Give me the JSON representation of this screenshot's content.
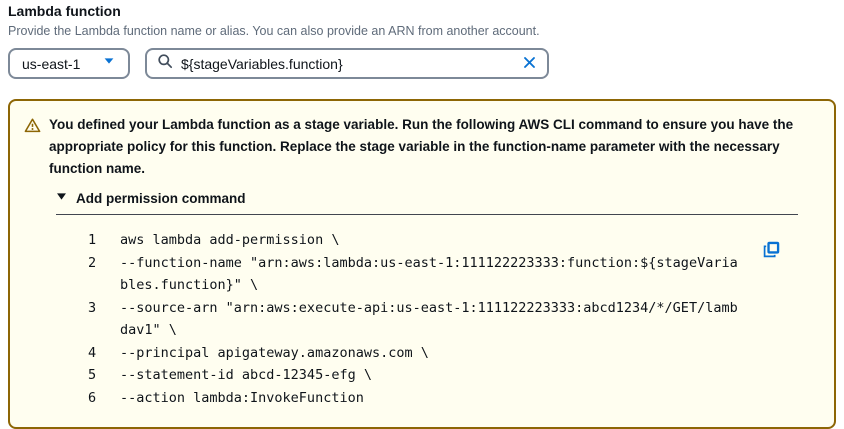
{
  "header": {
    "title": "Lambda function",
    "description": "Provide the Lambda function name or alias. You can also provide an ARN from another account."
  },
  "controls": {
    "region_select": {
      "value": "us-east-1"
    },
    "function_search": {
      "value": "${stageVariables.function}"
    }
  },
  "warning": {
    "message": "You defined your Lambda function as a stage variable. Run the following AWS CLI command to ensure you have the appropriate policy for this function. Replace the stage variable in the function-name parameter with the necessary function name.",
    "expander_label": "Add permission command"
  },
  "code": {
    "lines": [
      {
        "num": "1",
        "text": "aws lambda add-permission \\"
      },
      {
        "num": "2",
        "text": "--function-name \"arn:aws:lambda:us-east-1:111122223333:function:${stageVaria"
      },
      {
        "num": "",
        "text": "bles.function}\" \\"
      },
      {
        "num": "3",
        "text": "--source-arn \"arn:aws:execute-api:us-east-1:111122223333:abcd1234/*/GET/lamb"
      },
      {
        "num": "",
        "text": "dav1\" \\"
      },
      {
        "num": "4",
        "text": "--principal apigateway.amazonaws.com \\"
      },
      {
        "num": "5",
        "text": "--statement-id abcd-12345-efg \\"
      },
      {
        "num": "6",
        "text": "--action lambda:InvokeFunction"
      }
    ]
  },
  "icons": {
    "region_caret": "caret-down",
    "search": "magnifier",
    "clear": "x-mark",
    "warning": "warning-triangle",
    "expander": "caret-down-filled",
    "copy": "copy-squares"
  },
  "colors": {
    "accent_blue": "#0972d3",
    "warning_border": "#8d6605",
    "warning_bg": "#fffef0",
    "text_dark": "#0f141a",
    "text_gray": "#5f6b7a",
    "input_border": "#7d8998"
  }
}
